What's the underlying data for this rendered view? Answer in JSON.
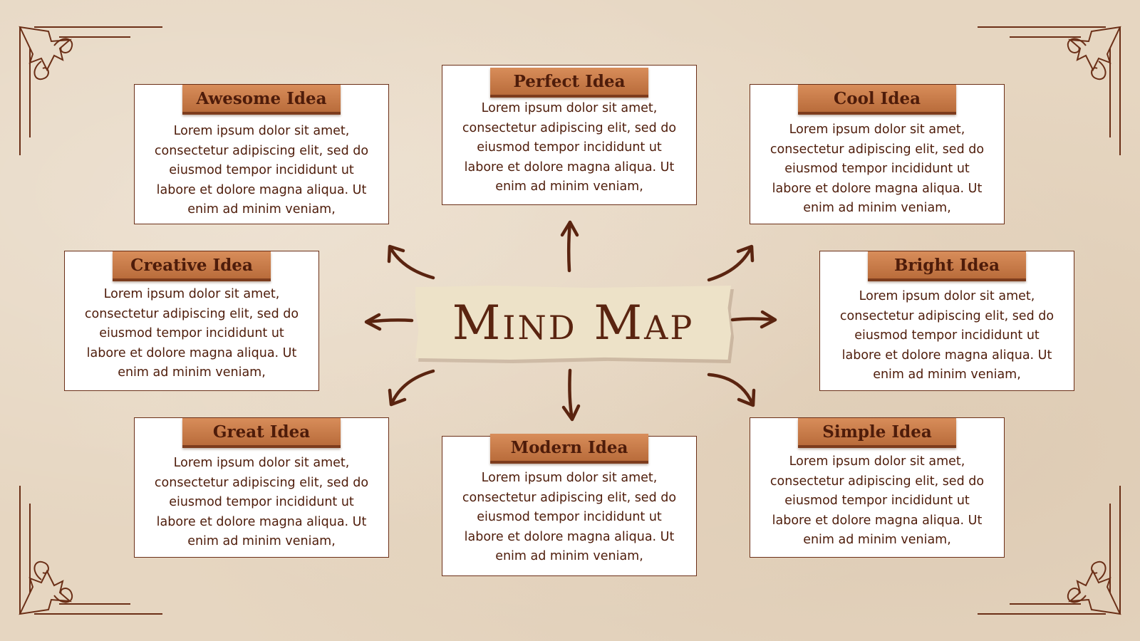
{
  "title": "Mind Map",
  "colors": {
    "accent": "#c07a45",
    "text": "#5a2410",
    "background": "#e6d6c1",
    "line": "#6b2f17"
  },
  "ideas": [
    {
      "title": "Awesome Idea",
      "text": "Lorem ipsum dolor sit amet,\nconsectetur adipiscing elit, sed do\neiusmod tempor incididunt ut\nlabore et dolore magna aliqua. Ut\nenim ad minim veniam,"
    },
    {
      "title": "Perfect Idea",
      "text": "Lorem ipsum dolor sit amet,\nconsectetur adipiscing elit, sed do\neiusmod tempor incididunt ut\nlabore et dolore magna aliqua. Ut\nenim ad minim veniam,"
    },
    {
      "title": "Cool Idea",
      "text": "Lorem ipsum dolor sit amet,\nconsectetur adipiscing elit, sed do\neiusmod tempor incididunt ut\nlabore et dolore magna aliqua. Ut\nenim ad minim veniam,"
    },
    {
      "title": "Creative Idea",
      "text": "Lorem ipsum dolor sit amet,\nconsectetur adipiscing elit, sed do\neiusmod tempor incididunt ut\nlabore et dolore magna aliqua. Ut\nenim ad minim veniam,"
    },
    {
      "title": "Bright Idea",
      "text": "Lorem ipsum dolor sit amet,\nconsectetur adipiscing elit, sed do\neiusmod tempor incididunt ut\nlabore et dolore magna aliqua. Ut\nenim ad minim veniam,"
    },
    {
      "title": "Great Idea",
      "text": "Lorem ipsum dolor sit amet,\nconsectetur adipiscing elit, sed do\neiusmod tempor incididunt ut\nlabore et dolore magna aliqua. Ut\nenim ad minim veniam,"
    },
    {
      "title": "Modern Idea",
      "text": "Lorem ipsum dolor sit amet,\nconsectetur adipiscing elit, sed do\neiusmod tempor incididunt ut\nlabore et dolore magna aliqua. Ut\nenim ad minim veniam,"
    },
    {
      "title": "Simple Idea",
      "text": "Lorem ipsum dolor sit amet,\nconsectetur adipiscing elit, sed do\neiusmod tempor incididunt ut\nlabore et dolore magna aliqua. Ut\nenim ad minim veniam,"
    }
  ]
}
